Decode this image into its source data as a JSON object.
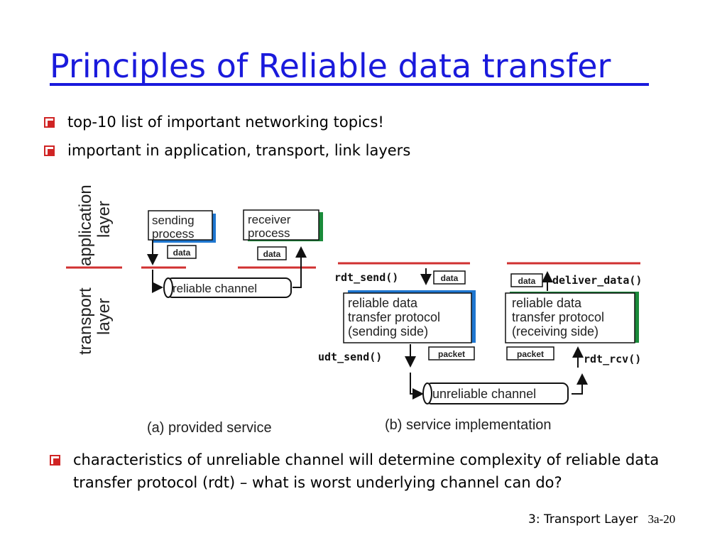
{
  "title": "Principles of Reliable data transfer",
  "bullets": [
    "top-10 list of important networking topics!",
    "important in application, transport, link layers"
  ],
  "bottom_bullet": "characteristics of unreliable channel will determine complexity of reliable data transfer protocol (rdt) – what is worst underlying channel can do?",
  "footer": {
    "chapter": "3: Transport Layer",
    "page": "3a-20"
  },
  "diagram": {
    "layers": {
      "application": "application",
      "application_2": "layer",
      "transport": "transport",
      "transport_2": "layer"
    },
    "a": {
      "sending_1": "sending",
      "sending_2": "process",
      "receiver_1": "receiver",
      "receiver_2": "process",
      "data_left": "data",
      "data_right": "data",
      "channel": "reliable channel",
      "caption": "(a)  provided service"
    },
    "b": {
      "rdt_send": "rdt_send()",
      "data_send": "data",
      "send_1": "reliable data",
      "send_2": "transfer protocol",
      "send_3": "(sending side)",
      "udt_send": "udt_send()",
      "packet_send": "packet",
      "data_recv": "data",
      "deliver_data": "deliver_data()",
      "recv_1": "reliable data",
      "recv_2": "transfer protocol",
      "recv_3": "(receiving side)",
      "packet_recv": "packet",
      "rdt_rcv": "rdt_rcv()",
      "channel": "unreliable channel",
      "caption": "(b) service implementation"
    }
  },
  "colors": {
    "title": "#1a1adc",
    "bullet": "#d02424",
    "layer_line": "#d03030",
    "blue_shadow": "#1f77d0",
    "green_shadow": "#1a8a3a"
  }
}
